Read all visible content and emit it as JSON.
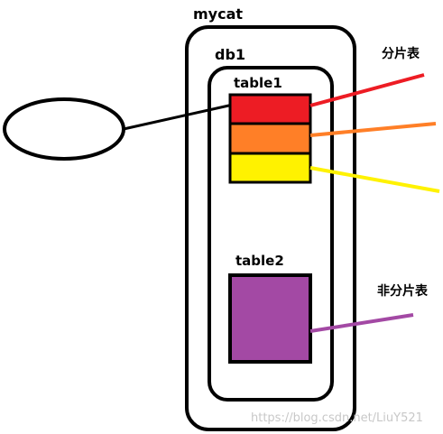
{
  "labels": {
    "mycat": "mycat",
    "db1": "db1",
    "table1": "table1",
    "table2": "table2",
    "sharded": "分片表",
    "non_sharded": "非分片表"
  },
  "watermark": "https://blog.csdn.net/LiuY521",
  "colors": {
    "outline": "#000000",
    "shard_1": "#ed1c24",
    "shard_2": "#ff7f27",
    "shard_3": "#fff200",
    "table2_fill": "#a349a4"
  }
}
